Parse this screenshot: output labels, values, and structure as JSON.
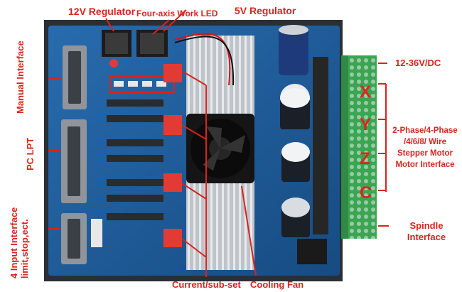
{
  "labels": {
    "regulator_12v": "12V Regulator",
    "four_axis_led": "Four-axis Work LED",
    "regulator_5v": "5V Regulator",
    "voltage_input": "12-36V/DC",
    "manual_interface": "Manual Interface",
    "pc_lpt": "PC LPT",
    "input_interface_line1": "4 Input Interface",
    "input_interface_line2": "limit,stop,ect.",
    "motor_line1": "2-Phase/4-Phase",
    "motor_line2": "/4/6/8/ Wire",
    "motor_line3": "Stepper Motor",
    "motor_line4": "Motor Interface",
    "spindle_line1": "Spindle",
    "spindle_line2": "Interface",
    "current_subset": "Current/sub-set",
    "cooling_fan": "Cooling Fan"
  },
  "axes": [
    "X",
    "Y",
    "Z",
    "C"
  ],
  "colors": {
    "label_red": "#d9231d",
    "board_blue": "#1f5fa0",
    "heatsink": "#c8ccd0",
    "terminal_green": "#3aa652",
    "dip_red": "#e23b35"
  }
}
